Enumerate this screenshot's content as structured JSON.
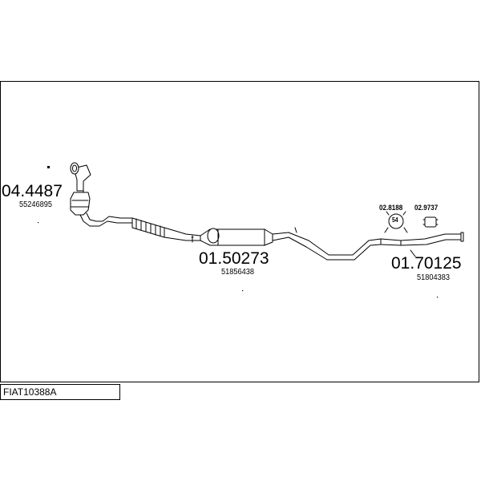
{
  "diagram": {
    "reference": "FIAT10388A",
    "parts": [
      {
        "name": "catalytic-converter",
        "code": "04.4487",
        "oe": "55246895"
      },
      {
        "name": "middle-silencer",
        "code": "01.50273",
        "oe": "51856438"
      },
      {
        "name": "rear-pipe",
        "code": "01.70125",
        "oe": "51804383"
      }
    ],
    "accessories": [
      {
        "name": "rubber-mount",
        "code": "02.8188",
        "badge": "54"
      },
      {
        "name": "clamp",
        "code": "02.9737"
      }
    ]
  }
}
